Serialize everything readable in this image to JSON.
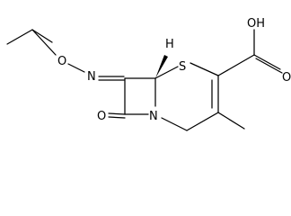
{
  "molecule": {
    "atoms": {
      "oxime_o": "O",
      "oxime_n": "N",
      "ring_s": "S",
      "ring_n": "N",
      "stereo_h": "H",
      "carbonyl_o": "O",
      "acid_label": "OH",
      "acid_o": "O"
    }
  }
}
